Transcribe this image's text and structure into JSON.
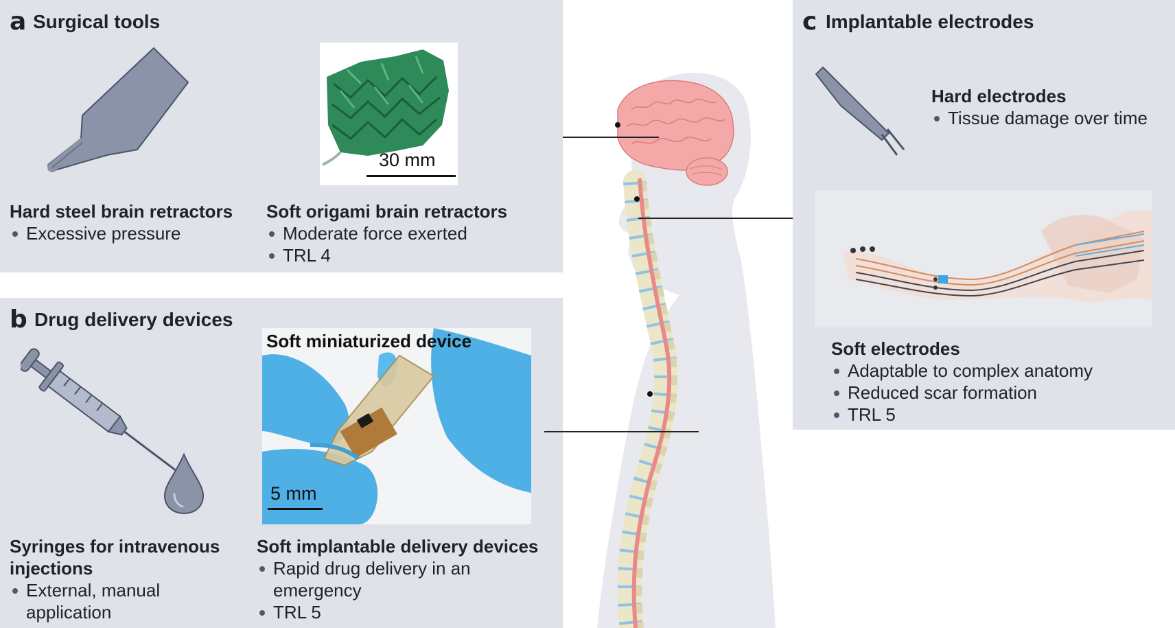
{
  "panel_a": {
    "letter": "a",
    "title": "Surgical tools",
    "hard": {
      "heading": "Hard steel brain retractors",
      "bullets": [
        "Excessive pressure"
      ]
    },
    "soft": {
      "heading": "Soft origami brain retractors",
      "bullets": [
        "Moderate force exerted",
        "TRL 4"
      ]
    },
    "photo_scale": "30 mm"
  },
  "panel_b": {
    "letter": "b",
    "title": "Drug delivery devices",
    "photo_label": "Soft miniaturized device",
    "photo_scale": "5 mm",
    "hard": {
      "heading_line1": "Syringes for intravenous",
      "heading_line2": "injections",
      "bullets": [
        "External, manual application"
      ]
    },
    "soft": {
      "heading": "Soft implantable delivery devices",
      "bullets": [
        "Rapid drug delivery in an emergency",
        "TRL 5"
      ]
    }
  },
  "panel_c": {
    "letter": "c",
    "title": "Implantable electrodes",
    "hard": {
      "heading": "Hard electrodes",
      "bullets": [
        "Tissue damage over time"
      ]
    },
    "soft": {
      "heading": "Soft electrodes",
      "bullets": [
        "Adaptable to complex anatomy",
        "Reduced scar formation",
        "TRL 5"
      ]
    }
  },
  "colors": {
    "panel_bg": "#dfe2e8",
    "tool_grey": "#8a93a8",
    "brain_pink": "#f4a9a8",
    "spine_bone": "#ece6c8",
    "disc_blue": "#8fc3e6",
    "cord_red": "#e88a8a",
    "glove_blue": "#4fb0e6",
    "origami_green": "#2f8a5a"
  }
}
